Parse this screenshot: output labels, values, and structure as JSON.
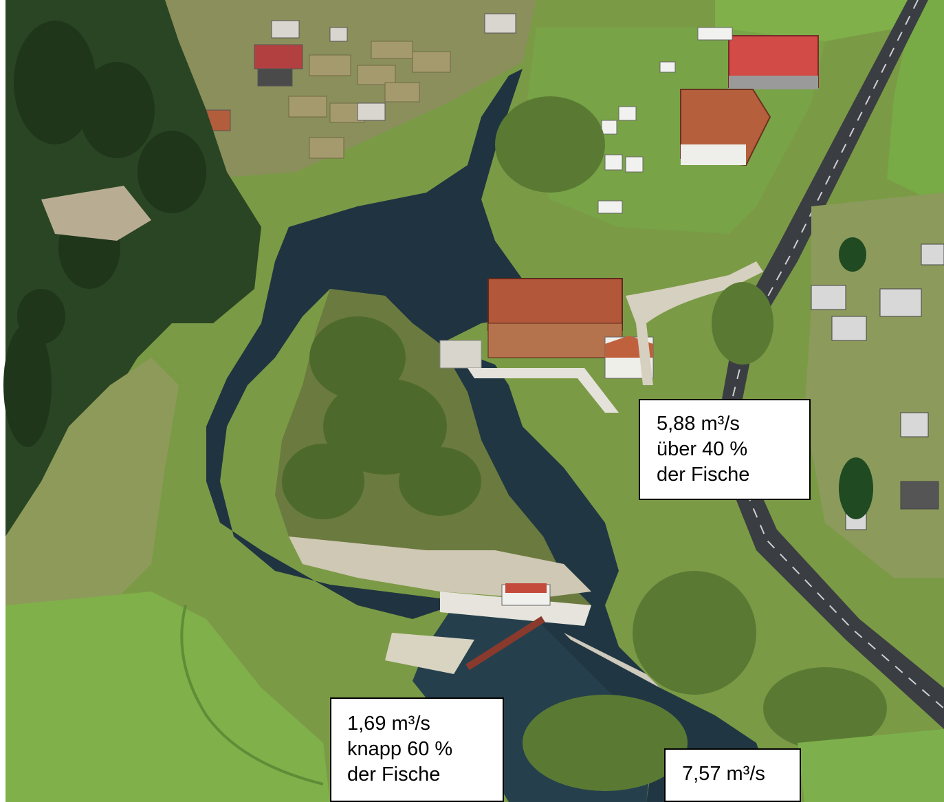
{
  "image": {
    "subject": "aerial-river-hydropower-weir",
    "colors": {
      "river": "#1f3440",
      "meadow": "#6f9a3c",
      "forest": "#2c4a22",
      "road": "#3a3e42",
      "roof_red": "#c0473d",
      "roof_brick": "#b0603c"
    }
  },
  "labels": {
    "powerhouse": {
      "flow": "5,88 m³/s",
      "share": "über 40 %",
      "share_suffix": "der Fische"
    },
    "weir": {
      "flow": "1,69 m³/s",
      "share": "knapp 60 %",
      "share_suffix": "der Fische"
    },
    "total": {
      "flow": "7,57 m³/s"
    }
  }
}
